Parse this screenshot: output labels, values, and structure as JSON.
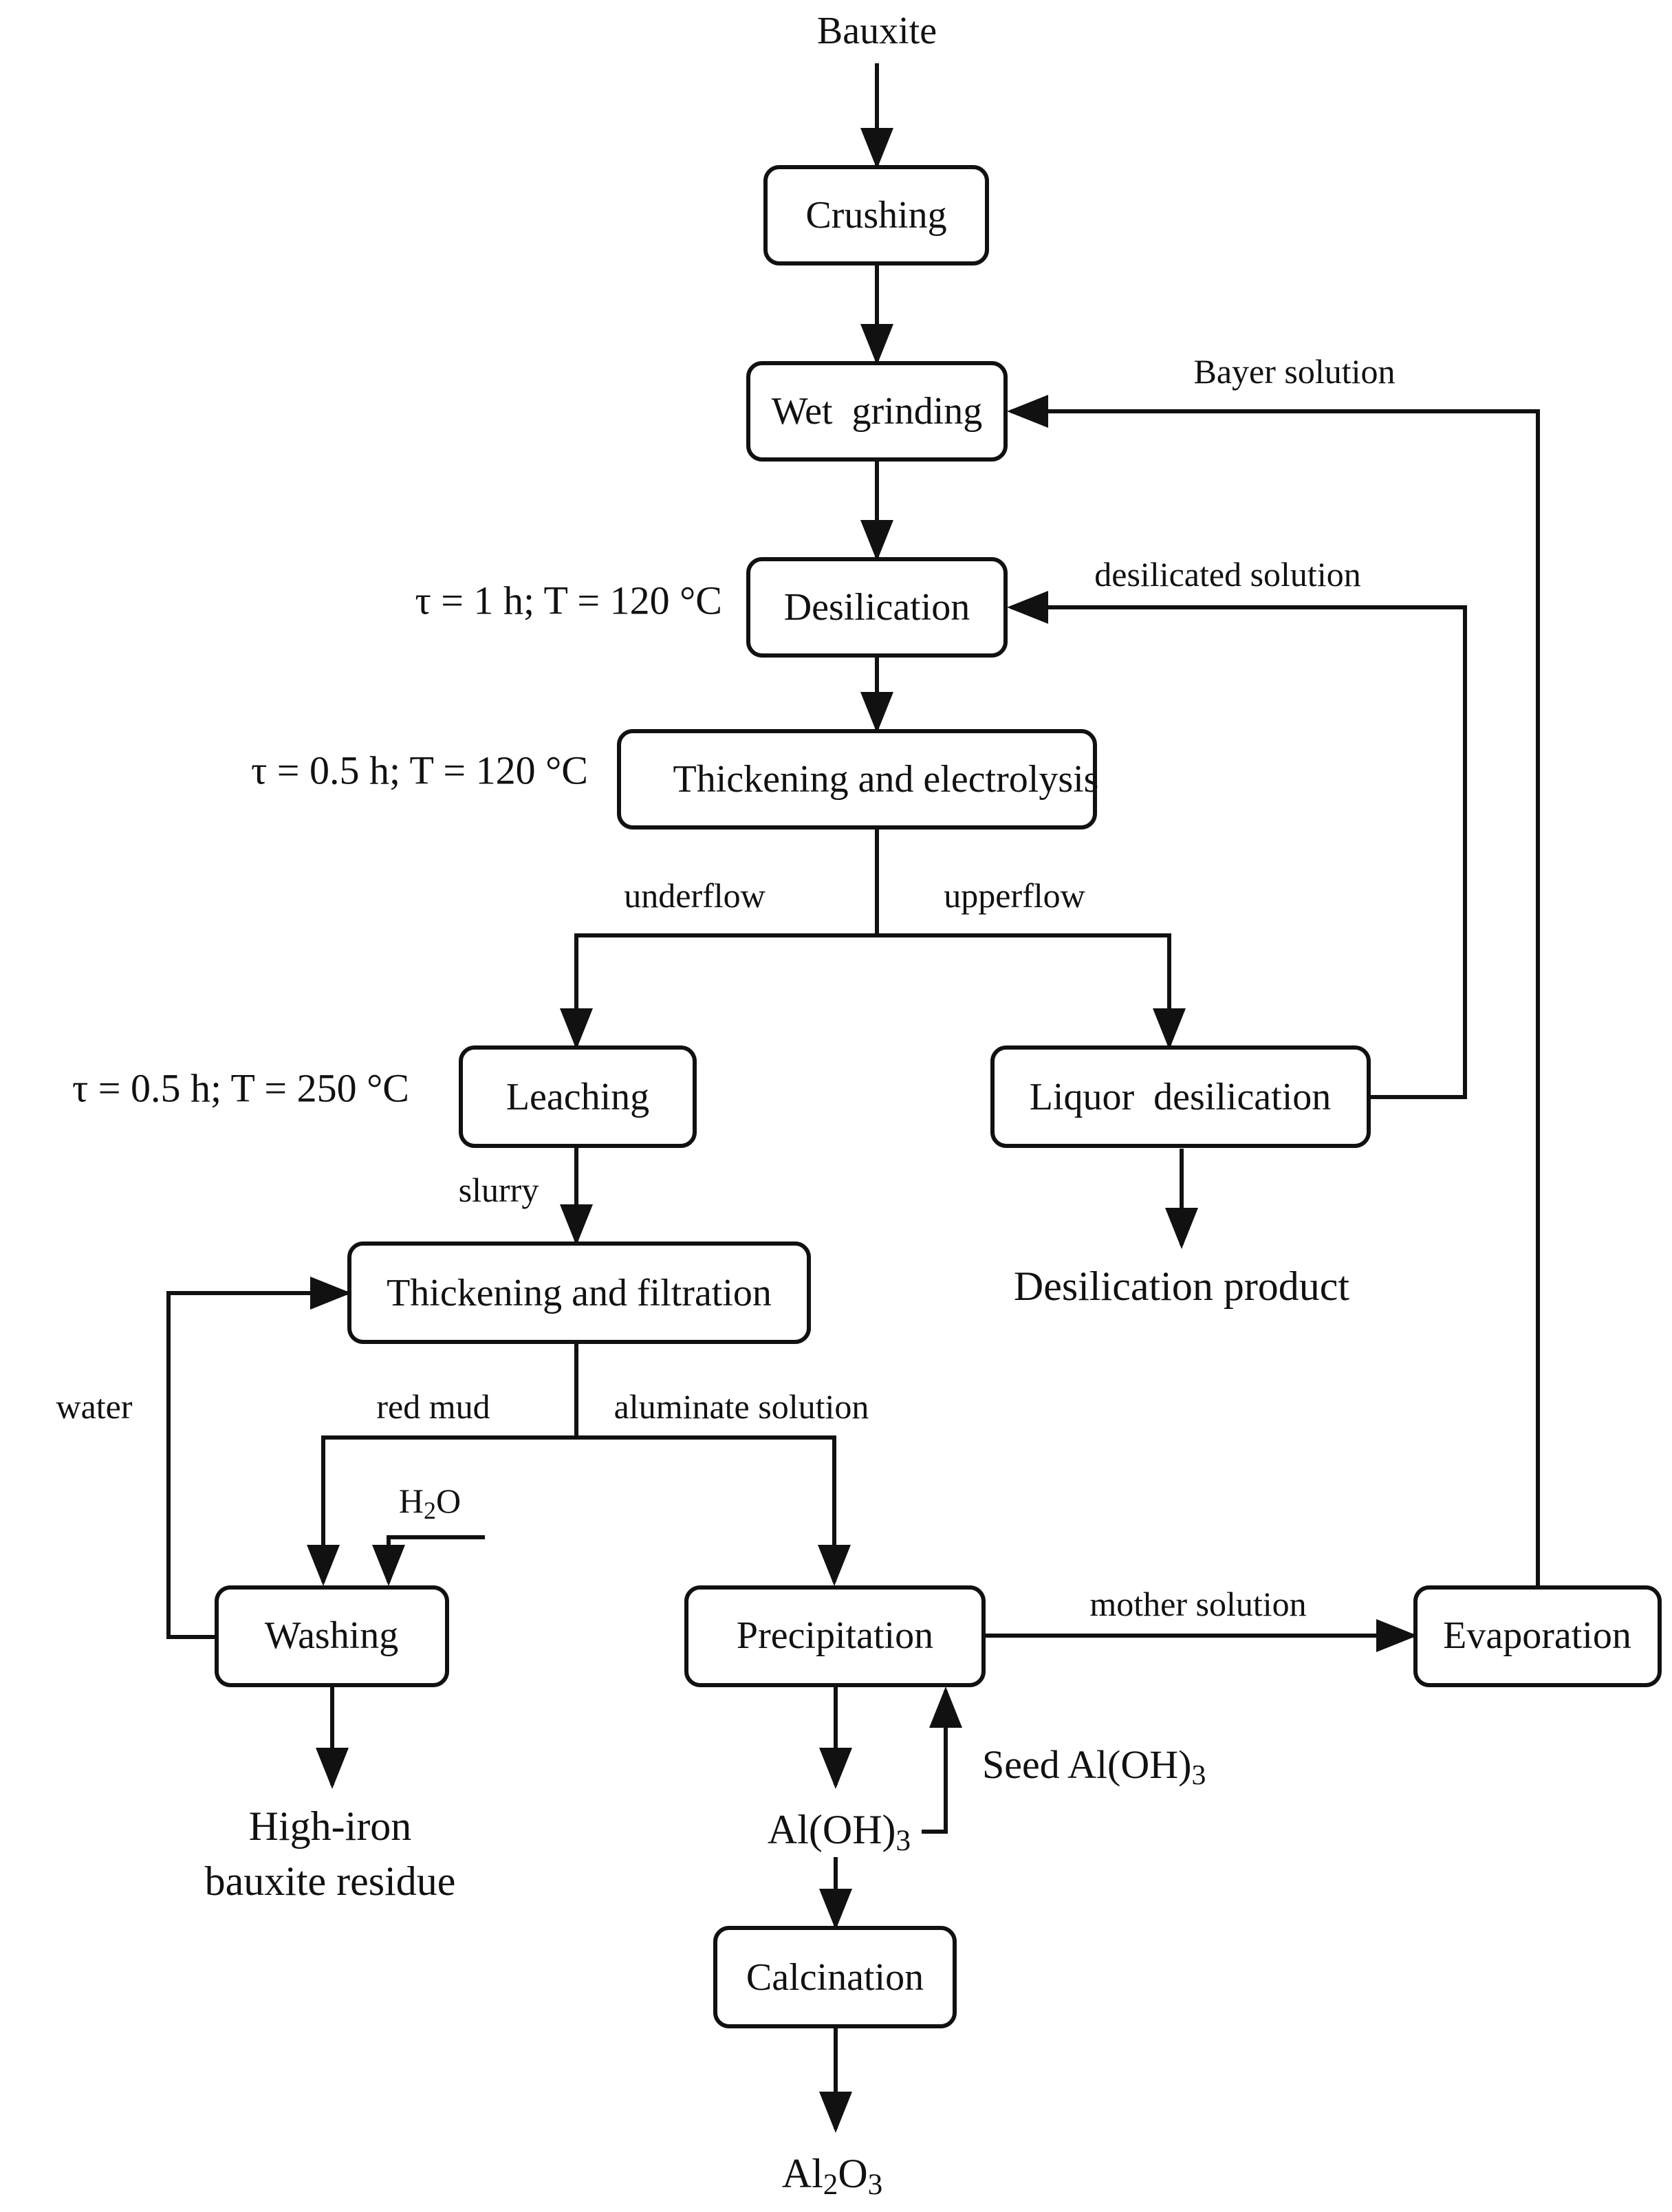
{
  "inputs": {
    "bauxite": "Bauxite"
  },
  "nodes": {
    "crushing": "Crushing",
    "wet_grinding": "Wet  grinding",
    "desilication": "Desilication",
    "thickening_electrolysis": "Thickening and electrolysis",
    "leaching": "Leaching",
    "liquor_desilication": "Liquor  desilication",
    "thickening_filtration": "Thickening and filtration",
    "washing": "Washing",
    "precipitation": "Precipitation",
    "evaporation": "Evaporation",
    "calcination": "Calcination"
  },
  "conditions": {
    "desilication": "τ = 1 h; T = 120 °C",
    "thickening": "τ = 0.5 h; T = 120 °C",
    "leaching": "τ = 0.5 h; T = 250 °C"
  },
  "flows": {
    "bayer_solution": "Bayer solution",
    "desilicated_solution": "desilicated solution",
    "underflow": "underflow",
    "upperflow": "upperflow",
    "slurry": "slurry",
    "water": "water",
    "red_mud": "red mud",
    "aluminate_solution": "aluminate solution",
    "mother_solution": "mother solution",
    "h2o": {
      "main": "H",
      "sub": "2",
      "tail": "O"
    },
    "seed": {
      "main": "Seed Al(OH)",
      "sub": "3"
    }
  },
  "outputs": {
    "desilication_product": "Desilication product",
    "residue_line1": "High-iron",
    "residue_line2": "bauxite residue",
    "aloh3": {
      "main": "Al(OH)",
      "sub": "3"
    },
    "al2o3": {
      "a": "Al",
      "sub1": "2",
      "b": "O",
      "sub2": "3"
    }
  }
}
